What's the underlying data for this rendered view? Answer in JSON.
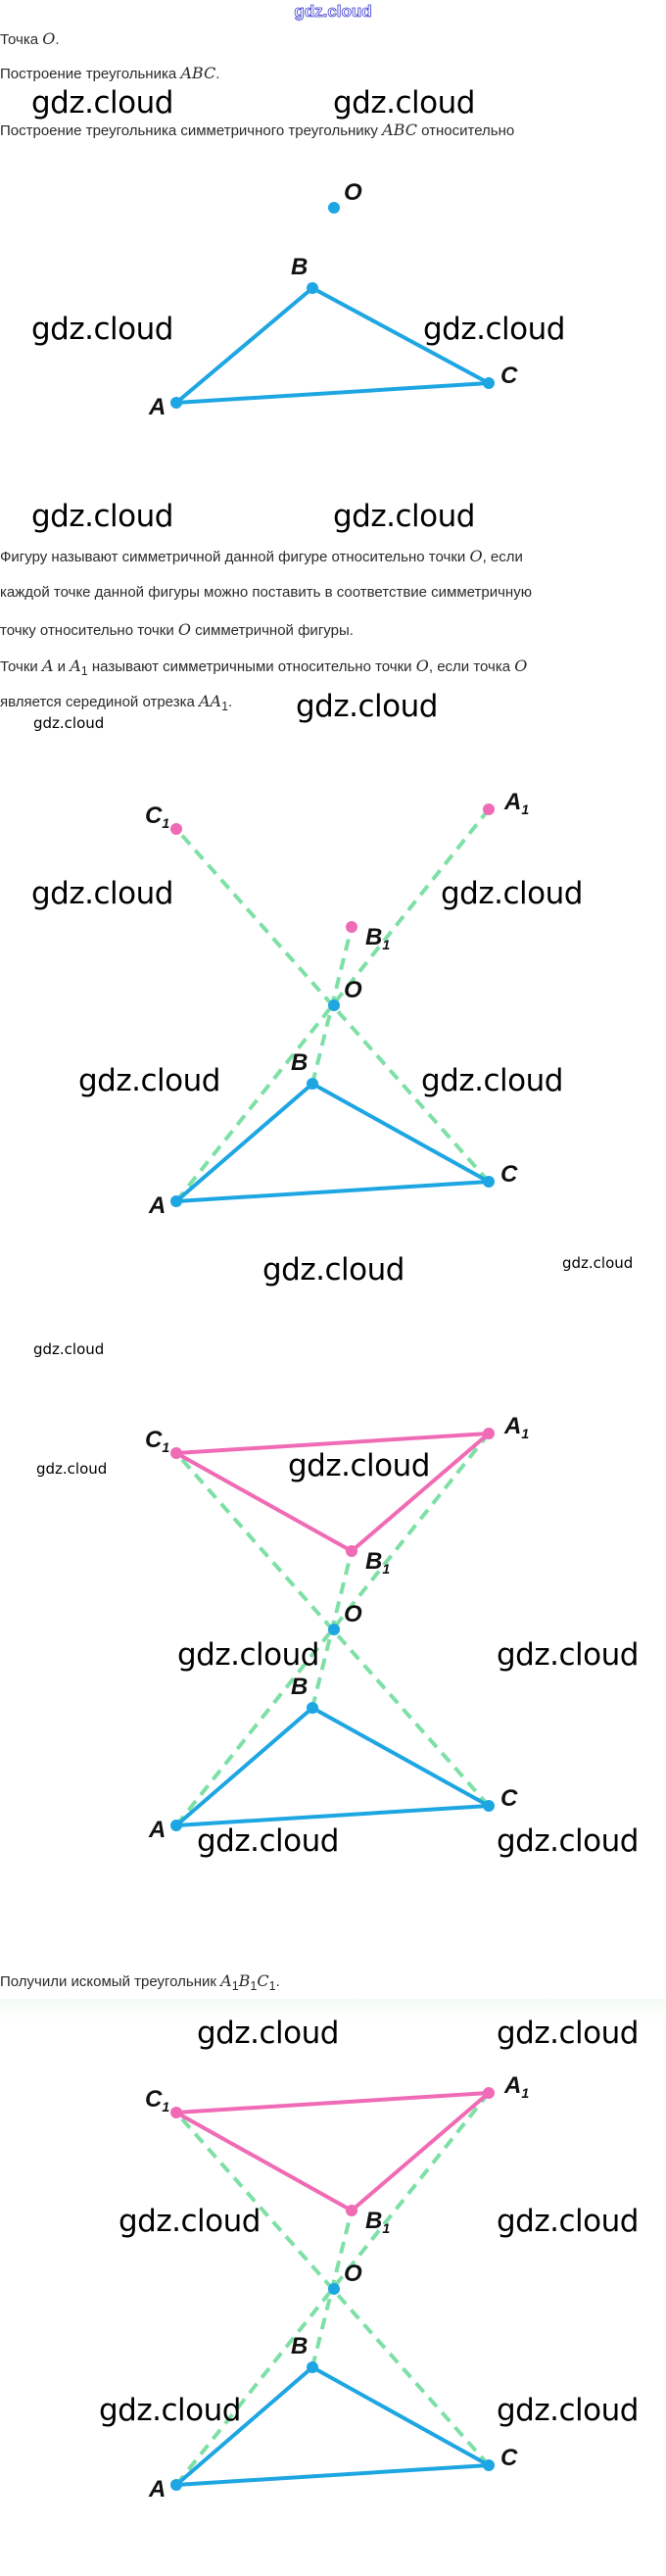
{
  "header": {
    "watermark": "gdz.cloud"
  },
  "steps": {
    "point_o": {
      "text": "Точка ",
      "math": "O",
      "end": "."
    },
    "build_abc": {
      "text": "Построение треугольника ",
      "math": "ABC",
      "end": "."
    },
    "build_sym": {
      "text": "Построение треугольника симметричного треугольнику ",
      "math": "ABC",
      "end": " относительно"
    },
    "definition": {
      "l1a": "Фигуру называют симметричной данной фигуре относительно точки ",
      "l1m": "O",
      "l1b": ", если",
      "l2": "каждой точке данной фигуры можно поставить в соответствие симметричную",
      "l3a": "точку относительно точки ",
      "l3m": "O",
      "l3b": " симметричной фигуры.",
      "l4a": "Точки ",
      "l4m1": "A",
      "l4b": " и ",
      "l4m2": "A",
      "l4s2": "1",
      "l4c": " называют симметричными относительно точки ",
      "l4m3": "O",
      "l4d": ", если точка ",
      "l4m4": "O",
      "l5a": "является серединой отрезка ",
      "l5m": "AA",
      "l5s": "1",
      "l5b": "."
    },
    "result": {
      "text": "Получили искомый треугольник ",
      "m1": "A",
      "s1": "1",
      "m2": "B",
      "s2": "1",
      "m3": "C",
      "s3": "1",
      "end": "."
    }
  },
  "watermark": "gdz.cloud",
  "labels": {
    "O": "O",
    "A": "A",
    "B": "B",
    "C": "C",
    "A1": "A",
    "B1": "B",
    "C1": "C",
    "sub": "1"
  },
  "colors": {
    "original": "#1ea6e3",
    "symmetric": "#f06bb5",
    "construction": "#7ee0a6"
  }
}
